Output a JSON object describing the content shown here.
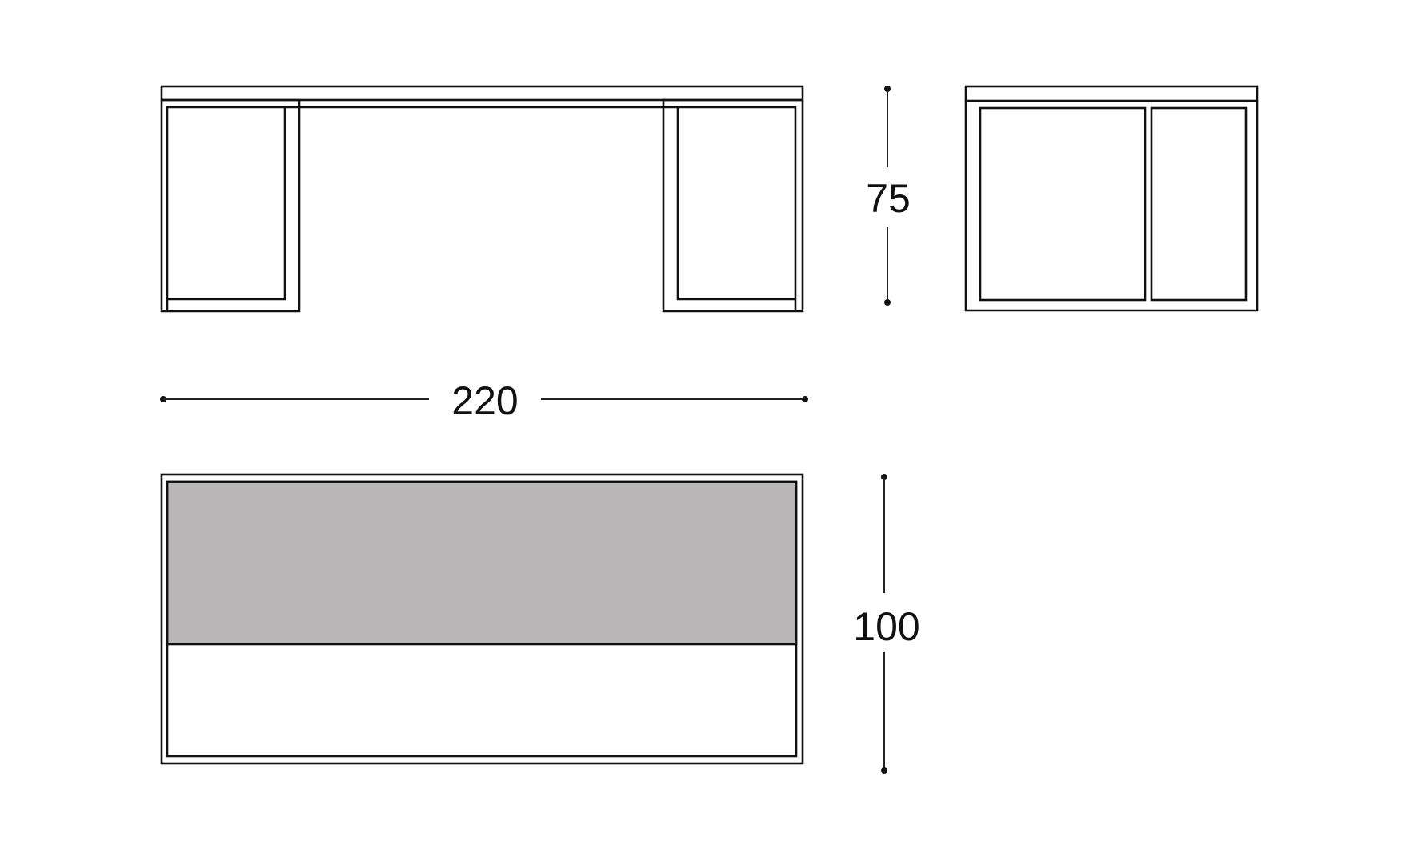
{
  "drawing": {
    "subject": "Rectangular table with panel legs — orthographic views",
    "units": "cm",
    "views": [
      {
        "name": "front-view",
        "label": ""
      },
      {
        "name": "side-view",
        "label": ""
      },
      {
        "name": "top-view",
        "label": ""
      }
    ],
    "colors": {
      "line": "#111111",
      "top_fill": "#b9b7b8",
      "background": "#ffffff"
    }
  },
  "dimensions": {
    "height": {
      "value": "75",
      "axis": "vertical",
      "view": "front-view"
    },
    "length": {
      "value": "220",
      "axis": "horizontal",
      "view": "front-view"
    },
    "depth": {
      "value": "100",
      "axis": "vertical",
      "view": "top-view"
    }
  }
}
